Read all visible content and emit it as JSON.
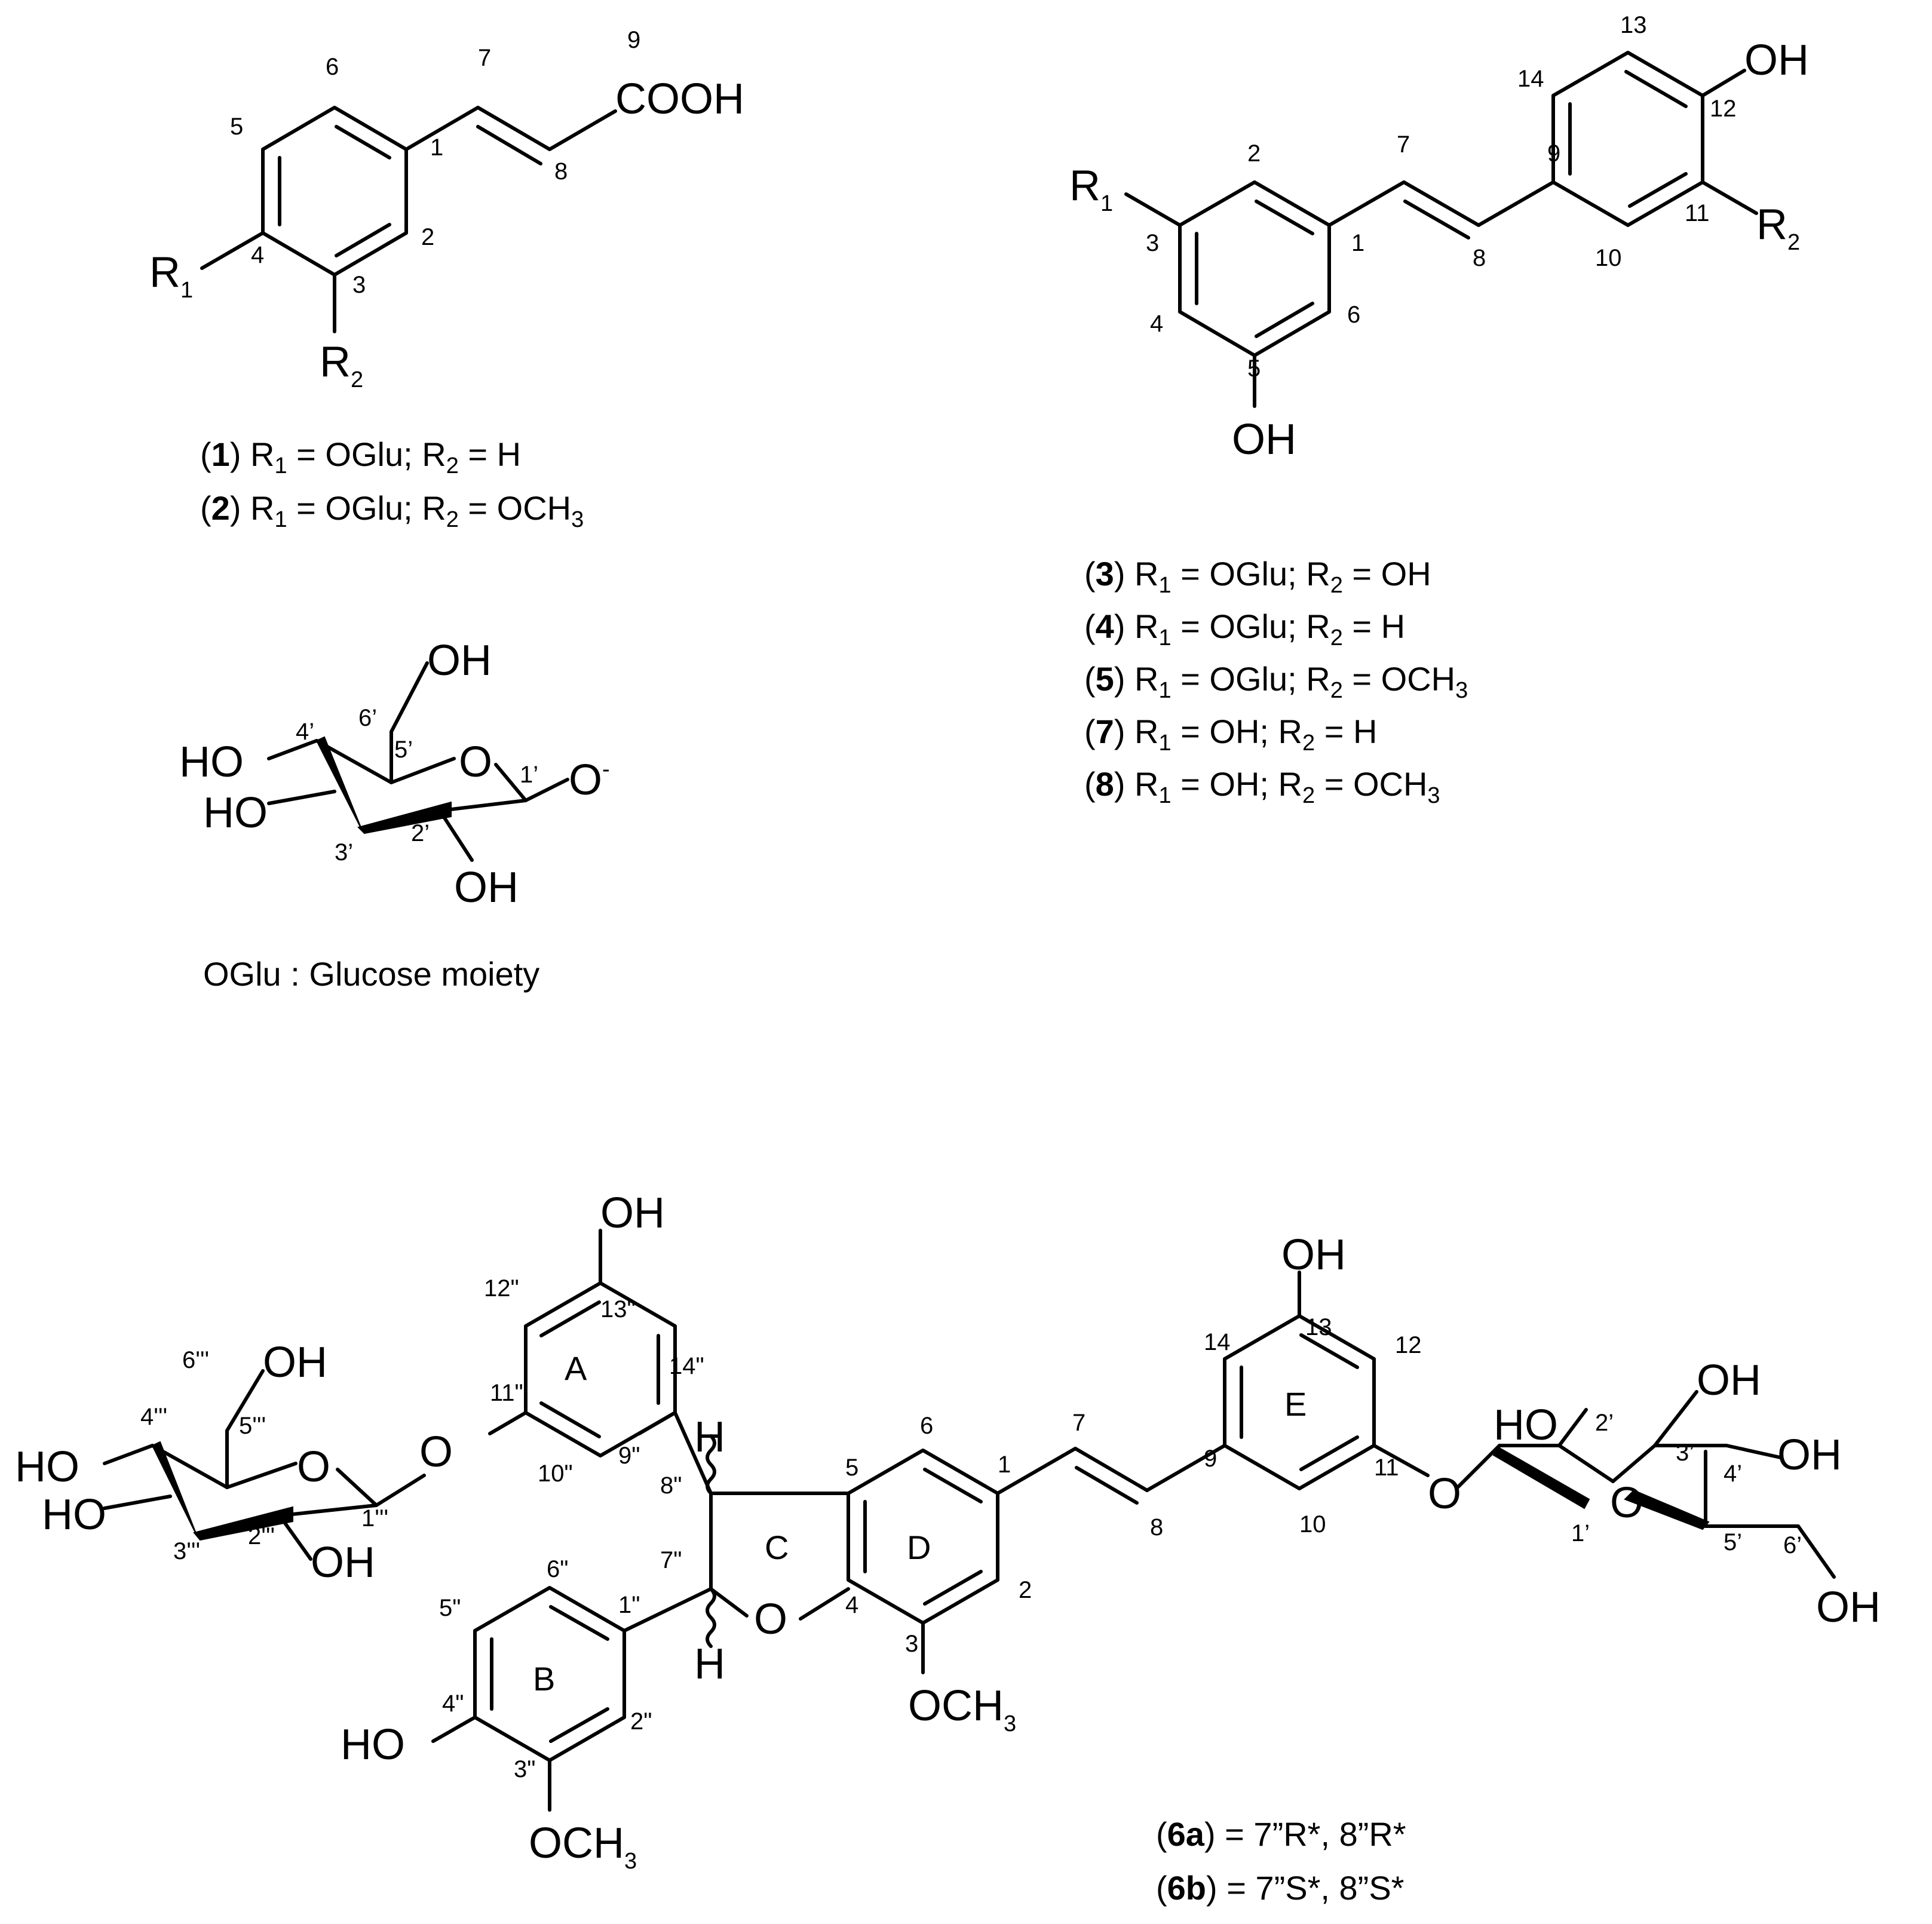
{
  "structure_top_left": {
    "group_cooh": "COOH",
    "r1": "R",
    "r1_sub": "1",
    "r2": "R",
    "r2_sub": "2",
    "locants": [
      "1",
      "2",
      "3",
      "4",
      "5",
      "6",
      "7",
      "8",
      "9"
    ],
    "captions": [
      {
        "open": "(",
        "id": "1",
        "close": ") R",
        "s1": "1",
        "mid": " = OGlu; R",
        "s2": "2",
        "tail": " = H",
        "s3": ""
      },
      {
        "open": "(",
        "id": "2",
        "close": ") R",
        "s1": "1",
        "mid": " = OGlu; R",
        "s2": "2",
        "tail": " = OCH",
        "s3": "3"
      }
    ]
  },
  "structure_top_right": {
    "oh_top": "OH",
    "oh_bottom": "OH",
    "r1": "R",
    "r1_sub": "1",
    "r2": "R",
    "r2_sub": "2",
    "locants": [
      "1",
      "2",
      "3",
      "4",
      "5",
      "6",
      "7",
      "8",
      "9",
      "10",
      "11",
      "12",
      "13",
      "14"
    ],
    "captions": [
      {
        "open": "(",
        "id": "3",
        "close": ") R",
        "s1": "1",
        "mid": " = OGlu; R",
        "s2": "2",
        "tail": " = OH",
        "s3": ""
      },
      {
        "open": "(",
        "id": "4",
        "close": ") R",
        "s1": "1",
        "mid": " = OGlu; R",
        "s2": "2",
        "tail": " = H",
        "s3": ""
      },
      {
        "open": "(",
        "id": "5",
        "close": ") R",
        "s1": "1",
        "mid": " = OGlu; R",
        "s2": "2",
        "tail": " = OCH",
        "s3": "3"
      },
      {
        "open": "(",
        "id": "7",
        "close": ") R",
        "s1": "1",
        "mid": " = OH; R",
        "s2": "2",
        "tail": " = H",
        "s3": ""
      },
      {
        "open": "(",
        "id": "8",
        "close": ") R",
        "s1": "1",
        "mid": " = OH; R",
        "s2": "2",
        "tail": " = OCH",
        "s3": "3"
      }
    ]
  },
  "glucose": {
    "oh_6": "OH",
    "ho_4": "HO",
    "ho_3": "HO",
    "oh_2": "OH",
    "ring_o": "O",
    "anomeric_o": "O",
    "charge": "-",
    "locants": [
      "6’",
      "5’",
      "4’",
      "3’",
      "2’",
      "1’"
    ],
    "caption": "OGlu : Glucose moiety"
  },
  "structure_bottom": {
    "ring_labels": [
      "A",
      "B",
      "C",
      "D",
      "E"
    ],
    "groups": {
      "oh_a": "OH",
      "oh_e": "OH",
      "oh_glc1_6": "OH",
      "ho_glc1_4": "HO",
      "ho_glc1_3": "HO",
      "oh_glc1_2": "OH",
      "o_glc1_ring": "O",
      "o_glc1_link": "O",
      "h_8": "H",
      "h_7": "H",
      "o_c_ring": "O",
      "och3_d": "OCH",
      "och3_d_sub": "3",
      "ho_b": "HO",
      "och3_b": "OCH",
      "och3_b_sub": "3",
      "ho_glc2_2": "HO",
      "oh_glc2_3": "OH",
      "oh_glc2_4": "OH",
      "oh_glc2_6": "OH",
      "o_glc2_ring": "O",
      "o_glc2_link": "O"
    },
    "locants": [
      "12\"",
      "13\"",
      "11\"",
      "14\"",
      "9\"",
      "10\"",
      "8\"",
      "7\"",
      "6\"",
      "1\"",
      "5\"",
      "4\"",
      "3\"",
      "2\"",
      "6'''",
      "5'''",
      "4'''",
      "3'''",
      "2'''",
      "1'''",
      "5",
      "6",
      "1",
      "4",
      "3",
      "2",
      "7",
      "8",
      "9",
      "14",
      "13",
      "12",
      "11",
      "10",
      "2’",
      "3’",
      "4’",
      "1’",
      "5’",
      "6’"
    ],
    "captions": [
      {
        "open": "(",
        "id": "6a",
        "rest": ") = 7”R*, 8”R*"
      },
      {
        "open": "(",
        "id": "6b",
        "rest": ") = 7”S*, 8”S*"
      }
    ]
  }
}
